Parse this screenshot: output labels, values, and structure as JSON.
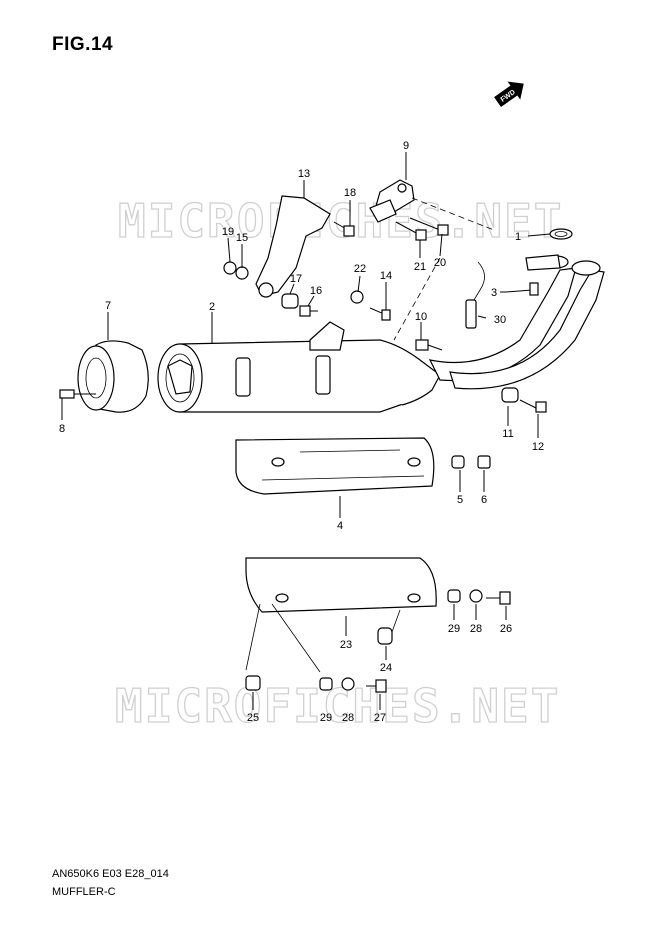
{
  "figure": {
    "title": "FIG.14",
    "code": "AN650K6 E03 E28_014",
    "name": "MUFFLER-C",
    "fwd_label": "FWD",
    "watermark": "MICROFICHES.NET"
  },
  "callouts": [
    "1",
    "2",
    "3",
    "4",
    "5",
    "6",
    "7",
    "8",
    "9",
    "10",
    "11",
    "12",
    "13",
    "14",
    "15",
    "16",
    "17",
    "18",
    "19",
    "20",
    "21",
    "22",
    "23",
    "24",
    "25",
    "26",
    "27",
    "28",
    "29",
    "30"
  ],
  "colors": {
    "line": "#000000",
    "watermark": "#d0d0d0",
    "background": "#ffffff"
  }
}
